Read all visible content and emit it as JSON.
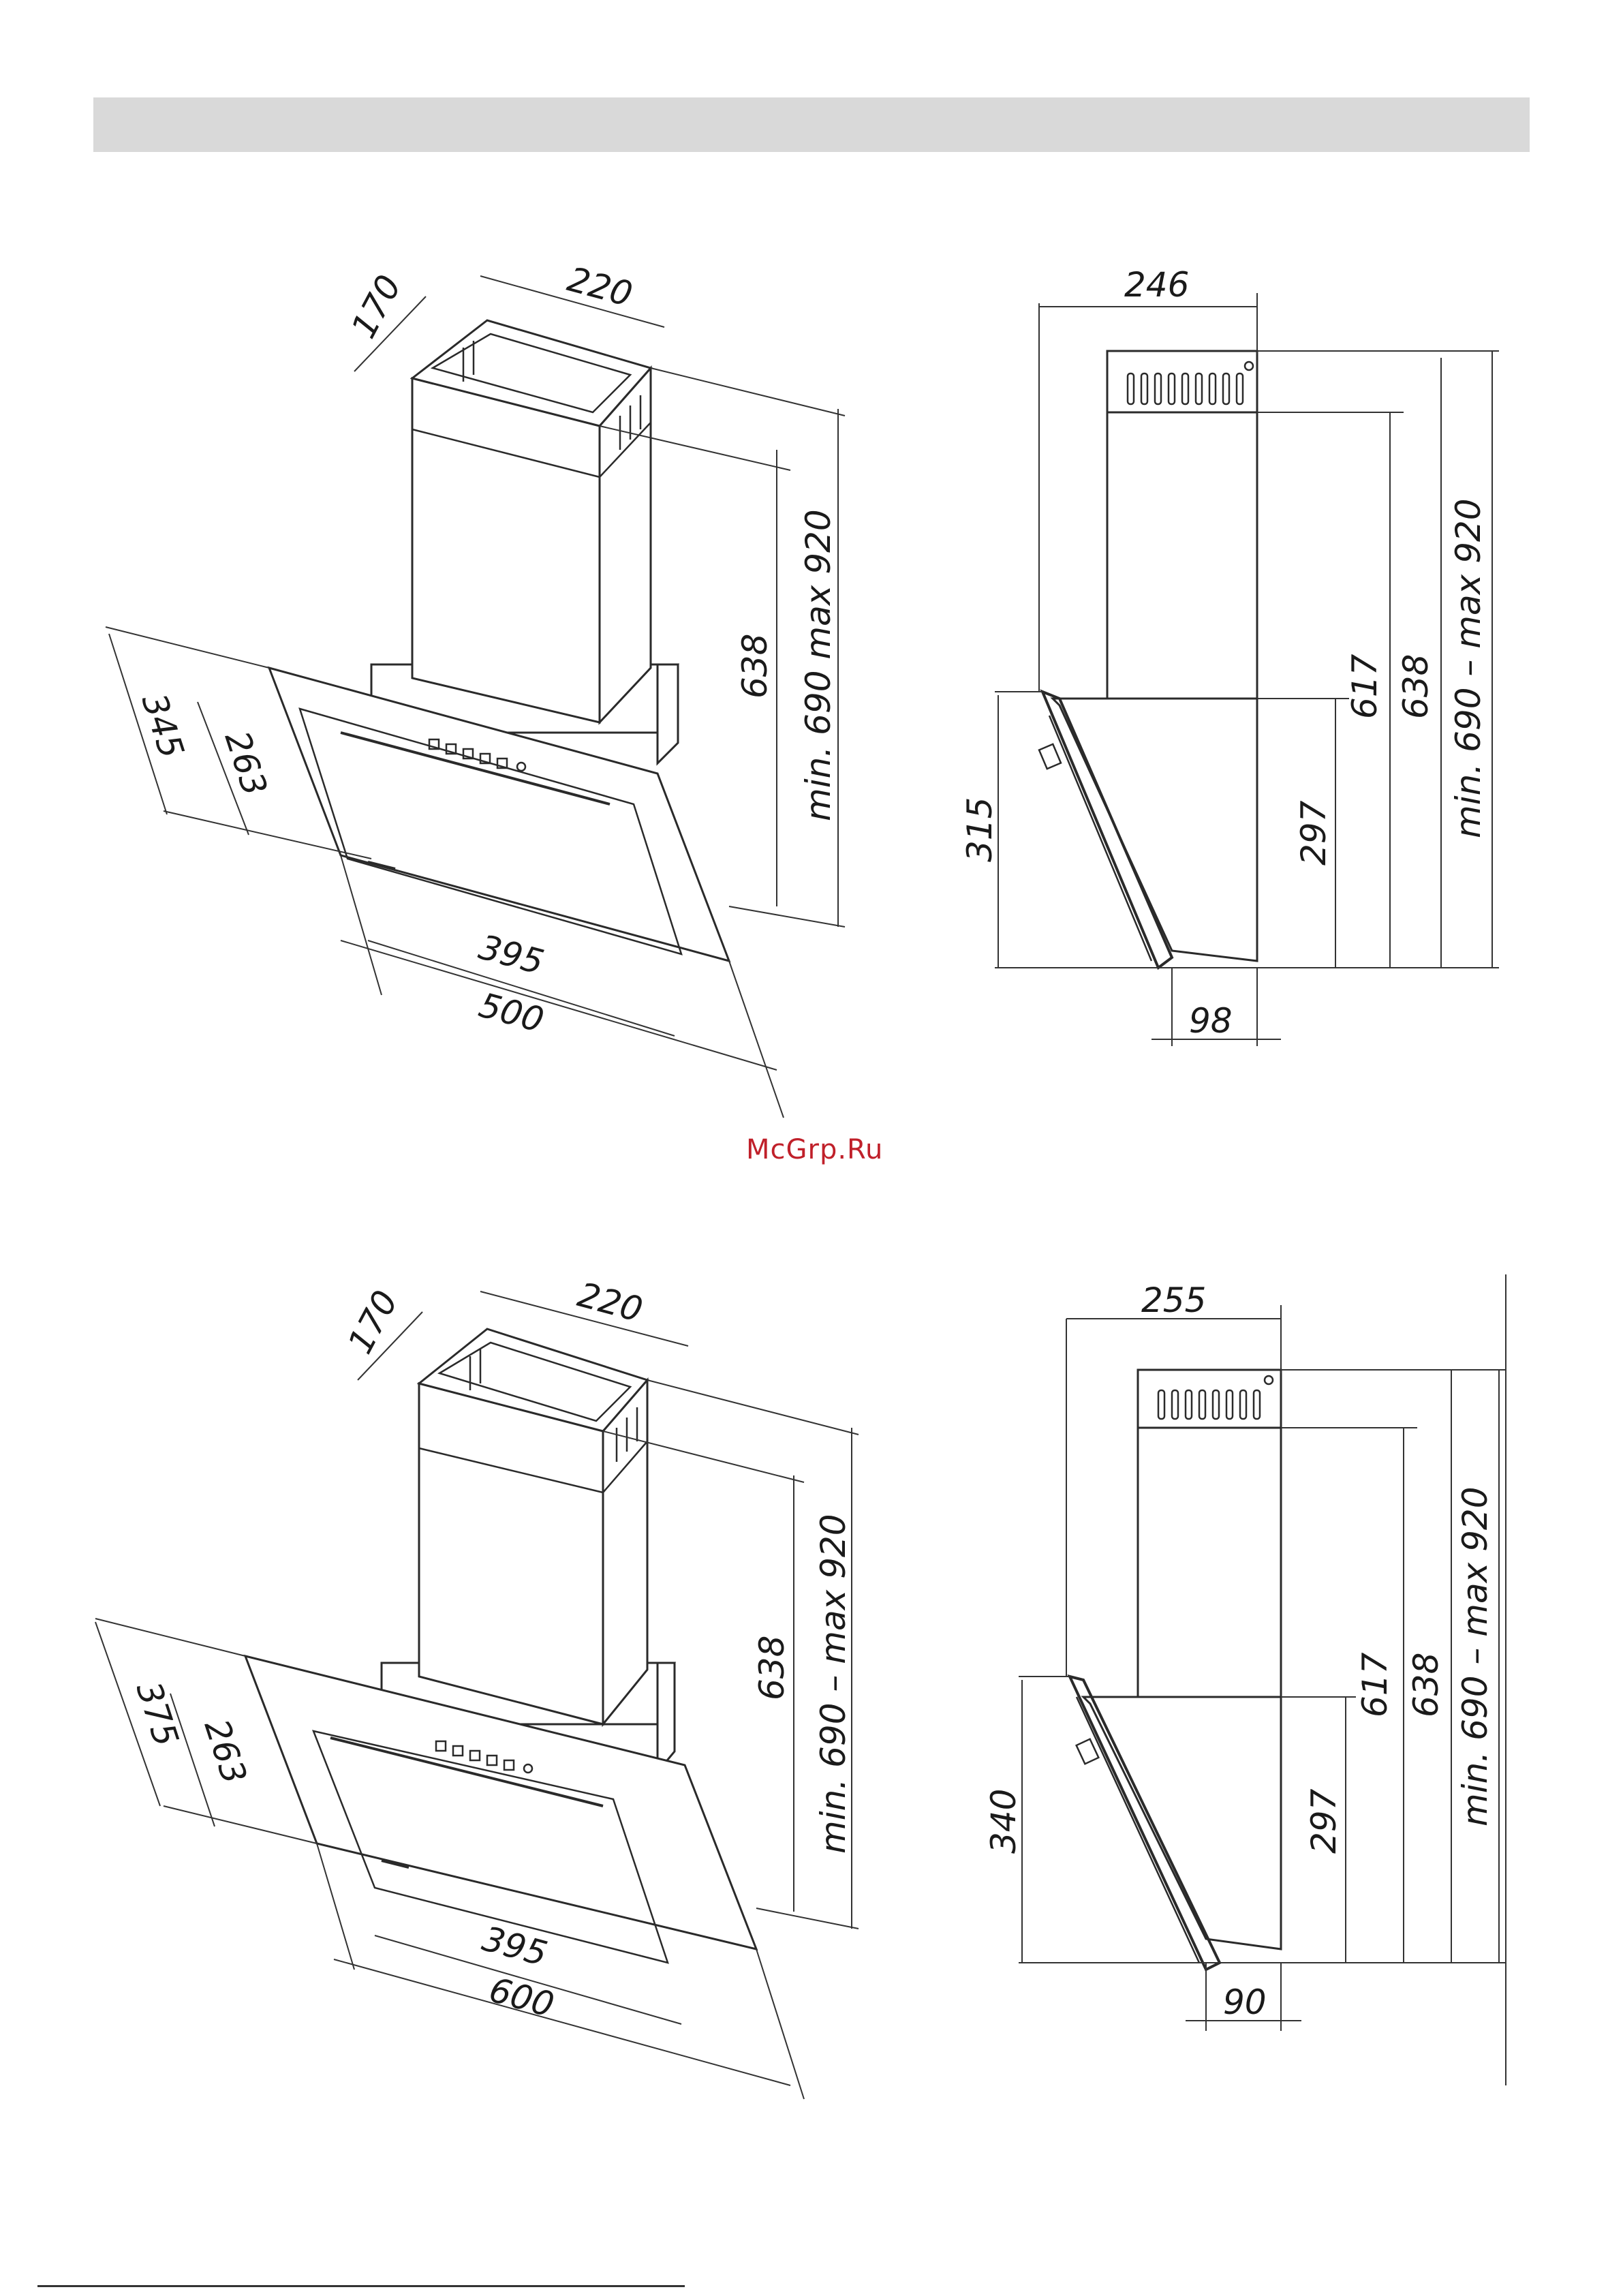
{
  "header": {
    "title": ""
  },
  "watermark": {
    "text": "McGrp.Ru"
  },
  "colors": {
    "header_bar": "#d9d9d9",
    "lines": "#2a2a2a",
    "watermark": "#c0202a"
  },
  "drawings": [
    {
      "iso": {
        "depth": "170",
        "width": "220",
        "height": "638",
        "range": "min. 690 max 920",
        "outer": "345",
        "inner": "263",
        "panel_inner": "395",
        "panel_outer": "500"
      },
      "side": {
        "top": "246",
        "d617": "617",
        "d638": "638",
        "range": "min. 690 – max 920",
        "d315": "315",
        "d297": "297",
        "bottom": "98"
      }
    },
    {
      "iso": {
        "depth": "170",
        "width": "220",
        "height": "638",
        "range": "min. 690 – max 920",
        "outer": "375",
        "inner": "263",
        "panel_inner": "395",
        "panel_outer": "600"
      },
      "side": {
        "top": "255",
        "d617": "617",
        "d638": "638",
        "range": "min. 690 – max 920",
        "d340": "340",
        "d297": "297",
        "bottom": "90"
      }
    }
  ]
}
